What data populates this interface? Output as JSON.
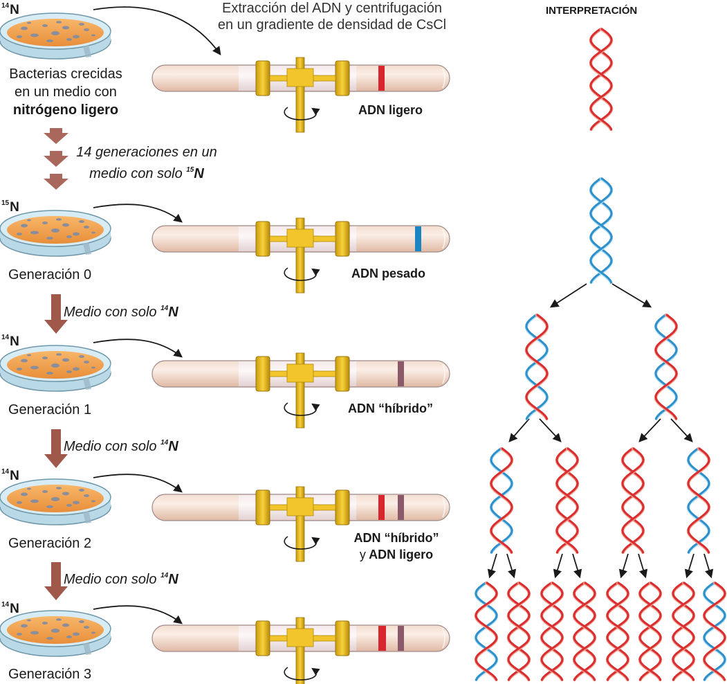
{
  "header": {
    "line1": "Extracción del ADN y centrifugación",
    "line2": "en un gradiente de densidad de CsCl",
    "interpretation": "INTERPRETACIÓN"
  },
  "isotopes": {
    "n14": {
      "sup": "14",
      "sym": "N"
    },
    "n15": {
      "sup": "15",
      "sym": "N"
    }
  },
  "start": {
    "line1": "Bacterias crecidas",
    "line2": "en un medio con",
    "line3": "nitrógeno ligero"
  },
  "step0": {
    "line1": "14 generaciones en un",
    "line2_pre": "medio con solo ",
    "sup": "15",
    "sym": "N"
  },
  "step_medium": {
    "pre": "Medio con solo ",
    "sup": "14",
    "sym": "N"
  },
  "generations": [
    "Generación 0",
    "Generación 1",
    "Generación 2",
    "Generación 3"
  ],
  "tube_labels": {
    "light": "ADN ligero",
    "heavy": "ADN pesado",
    "hybrid": "ADN “híbrido”",
    "mix_plain": "y",
    "mix_bold": "ADN ligero"
  },
  "colors": {
    "light_band": "#d8262e",
    "heavy_band": "#1b84c2",
    "hybrid_band": "#8a5a6a",
    "arrow_brown": "#a0584a",
    "strand_light": "#d92d30",
    "strand_light_pale": "#f2a290",
    "strand_heavy": "#2e8fcb",
    "strand_heavy_pale": "#a9dcf2"
  }
}
